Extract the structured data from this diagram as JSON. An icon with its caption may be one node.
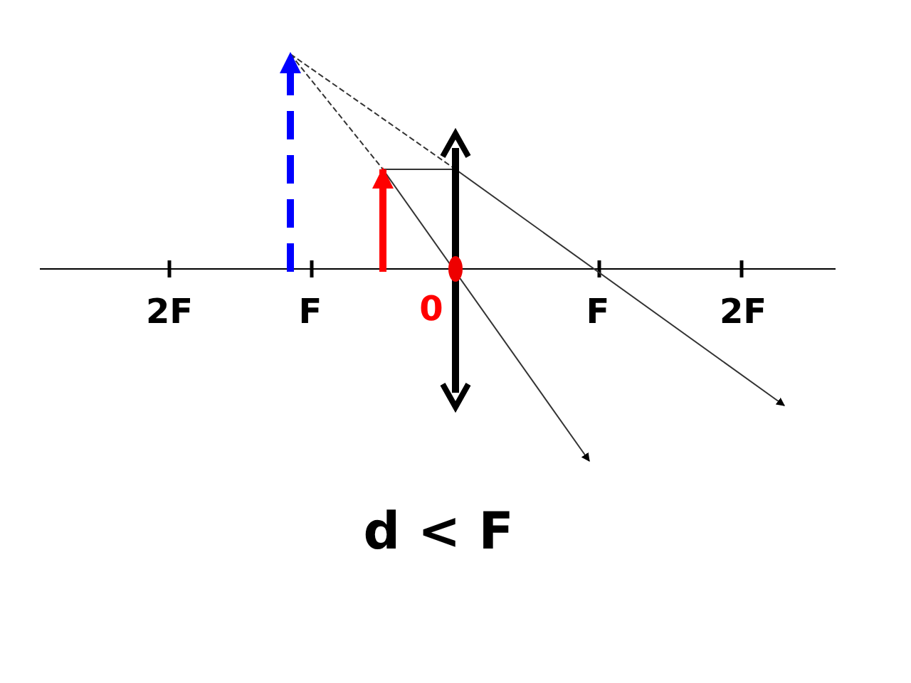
{
  "diagram": {
    "title": "d < F",
    "labels": [
      "2F",
      "F",
      "0",
      "F",
      "2F"
    ]
  }
}
